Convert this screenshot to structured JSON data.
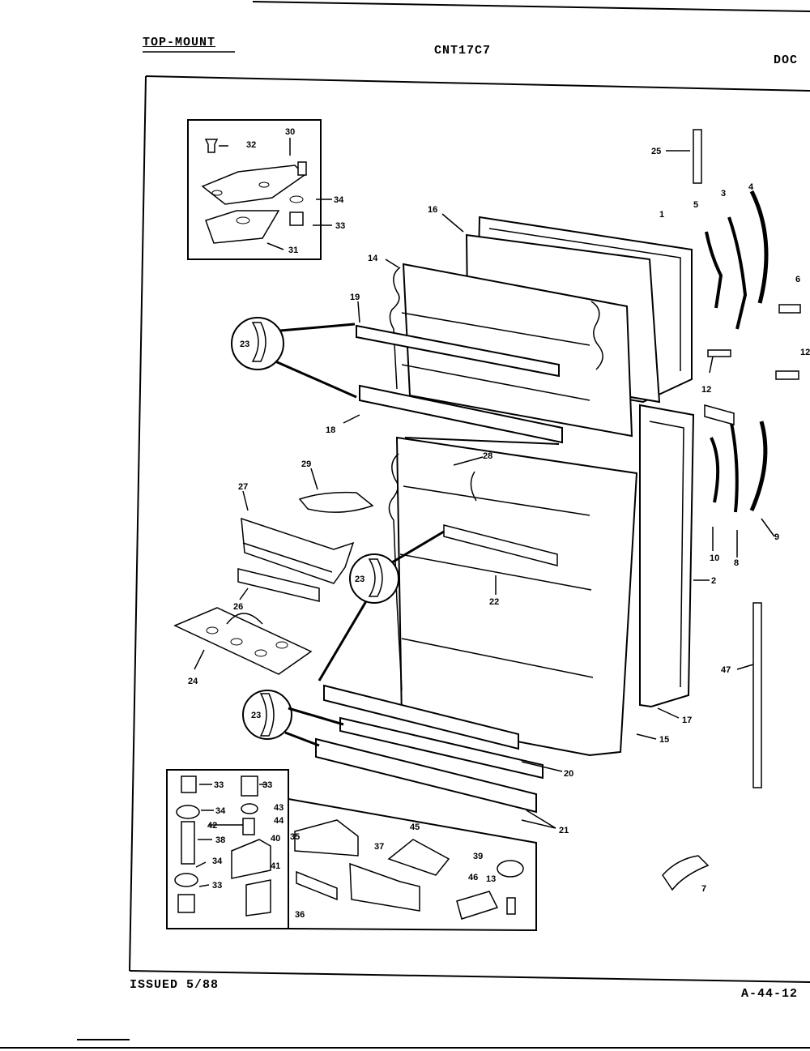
{
  "header": {
    "left_title": "TOP-MOUNT",
    "model": "CNT17C7",
    "right_title": "DOC"
  },
  "footer": {
    "issued": "ISSUED 5/88",
    "page_code": "A-44-12"
  },
  "callouts": {
    "n1": "1",
    "n2": "2",
    "n3": "3",
    "n4": "4",
    "n5": "5",
    "n6": "6",
    "n7": "7",
    "n8": "8",
    "n9": "9",
    "n10": "10",
    "n12a": "12",
    "n12b": "12",
    "n13": "13",
    "n14": "14",
    "n15": "15",
    "n16": "16",
    "n17": "17",
    "n18": "18",
    "n19": "19",
    "n20": "20",
    "n21": "21",
    "n22": "22",
    "n23a": "23",
    "n23b": "23",
    "n23c": "23",
    "n24": "24",
    "n25": "25",
    "n26": "26",
    "n27": "27",
    "n28": "28",
    "n29": "29",
    "n30": "30",
    "n31": "31",
    "n32": "32",
    "n33a": "33",
    "n33b": "33",
    "n33c": "33",
    "n33d": "33",
    "n34a": "34",
    "n34b": "34",
    "n34c": "34",
    "n35": "35",
    "n36": "36",
    "n37": "37",
    "n38": "38",
    "n39": "39",
    "n40": "40",
    "n41": "41",
    "n42": "42",
    "n43": "43",
    "n44": "44",
    "n45": "45",
    "n46": "46",
    "n47": "47"
  }
}
